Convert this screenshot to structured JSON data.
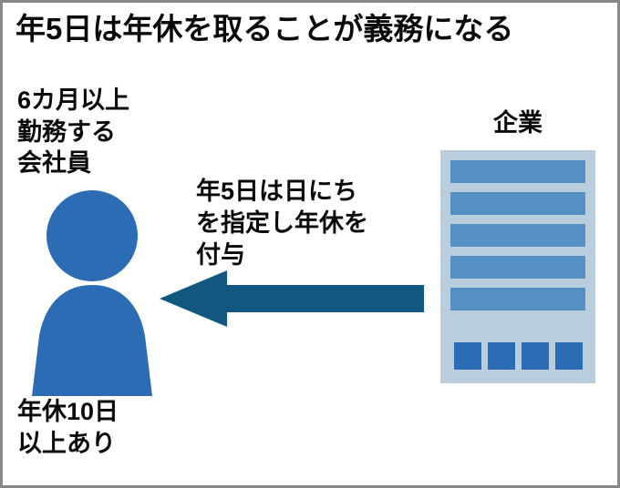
{
  "title": "年5日は年休を取ることが義務になる",
  "employee": {
    "label": "6カ月以上\n勤務する\n会社員",
    "caption": "年休10日\n以上あり"
  },
  "company": {
    "label": "企業"
  },
  "arrow": {
    "label": "年5日は日にち\nを指定し年休を\n付与"
  },
  "icons": {
    "employee": "person-icon",
    "company": "office-building-icon",
    "grant": "left-arrow-icon"
  },
  "colors": {
    "person_blue": "#2b6cb4",
    "arrow_blue": "#10587f",
    "building_body": "#b9cddd",
    "window_blue": "#5590c5",
    "door_blue": "#2b6cb4",
    "title_color": "#0a0a0a",
    "border_color": "#888888"
  }
}
